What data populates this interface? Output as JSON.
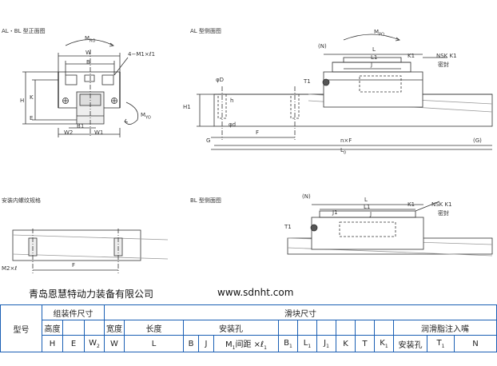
{
  "views": {
    "front": "AL・BL 型正面图",
    "side_al": "AL 型侧面图",
    "thread": "安装内螺纹规格",
    "side_bl": "BL 型侧面图"
  },
  "dims": {
    "mro": "M",
    "mro_sub": "RO",
    "mpo": "M",
    "mpo_sub": "PO",
    "myo": "M",
    "myo_sub": "YO",
    "w": "W",
    "b": "B",
    "mxl": "4−M",
    "mxl_rest": "×ℓ",
    "h": "H",
    "k": "K",
    "e": "E",
    "b1": "B",
    "w2": "W",
    "w1": "W",
    "n": "(N)",
    "l": "L",
    "l1": "L",
    "j": "J",
    "j1": "J",
    "k1": "K",
    "nsk": "NSK K1",
    "seal": "密封",
    "t1": "T",
    "phi_d": "φD",
    "h_small": "h",
    "phi_d_small": "φd",
    "h1": "H",
    "f": "F",
    "g": "G",
    "nxf": "n×F",
    "lo": "L",
    "lo_sub": "0",
    "g_paren": "(G)",
    "m2xl": "M",
    "m2xl_rest": "×ℓ"
  },
  "banner": {
    "company": "青岛恩慧特动力装备有限公司",
    "url": "www.sdnht.com"
  },
  "table": {
    "model": "型号",
    "assembly": "组装件尺寸",
    "block": "滑块尺寸",
    "height": "高度",
    "width": "宽度",
    "length": "长度",
    "mount_hole": "安装孔",
    "lube_nipple": "润滑脂注入嘴",
    "cols": {
      "h": "H",
      "e": "E",
      "w2": "W",
      "w": "W",
      "l": "L",
      "b": "B",
      "j": "J",
      "mxl": "M",
      "pitch": "间距 ×ℓ",
      "b1": "B",
      "l1": "L",
      "j1": "J",
      "k": "K",
      "t": "T",
      "k1": "K",
      "hole": "安装孔",
      "t1": "T",
      "n": "N"
    }
  }
}
